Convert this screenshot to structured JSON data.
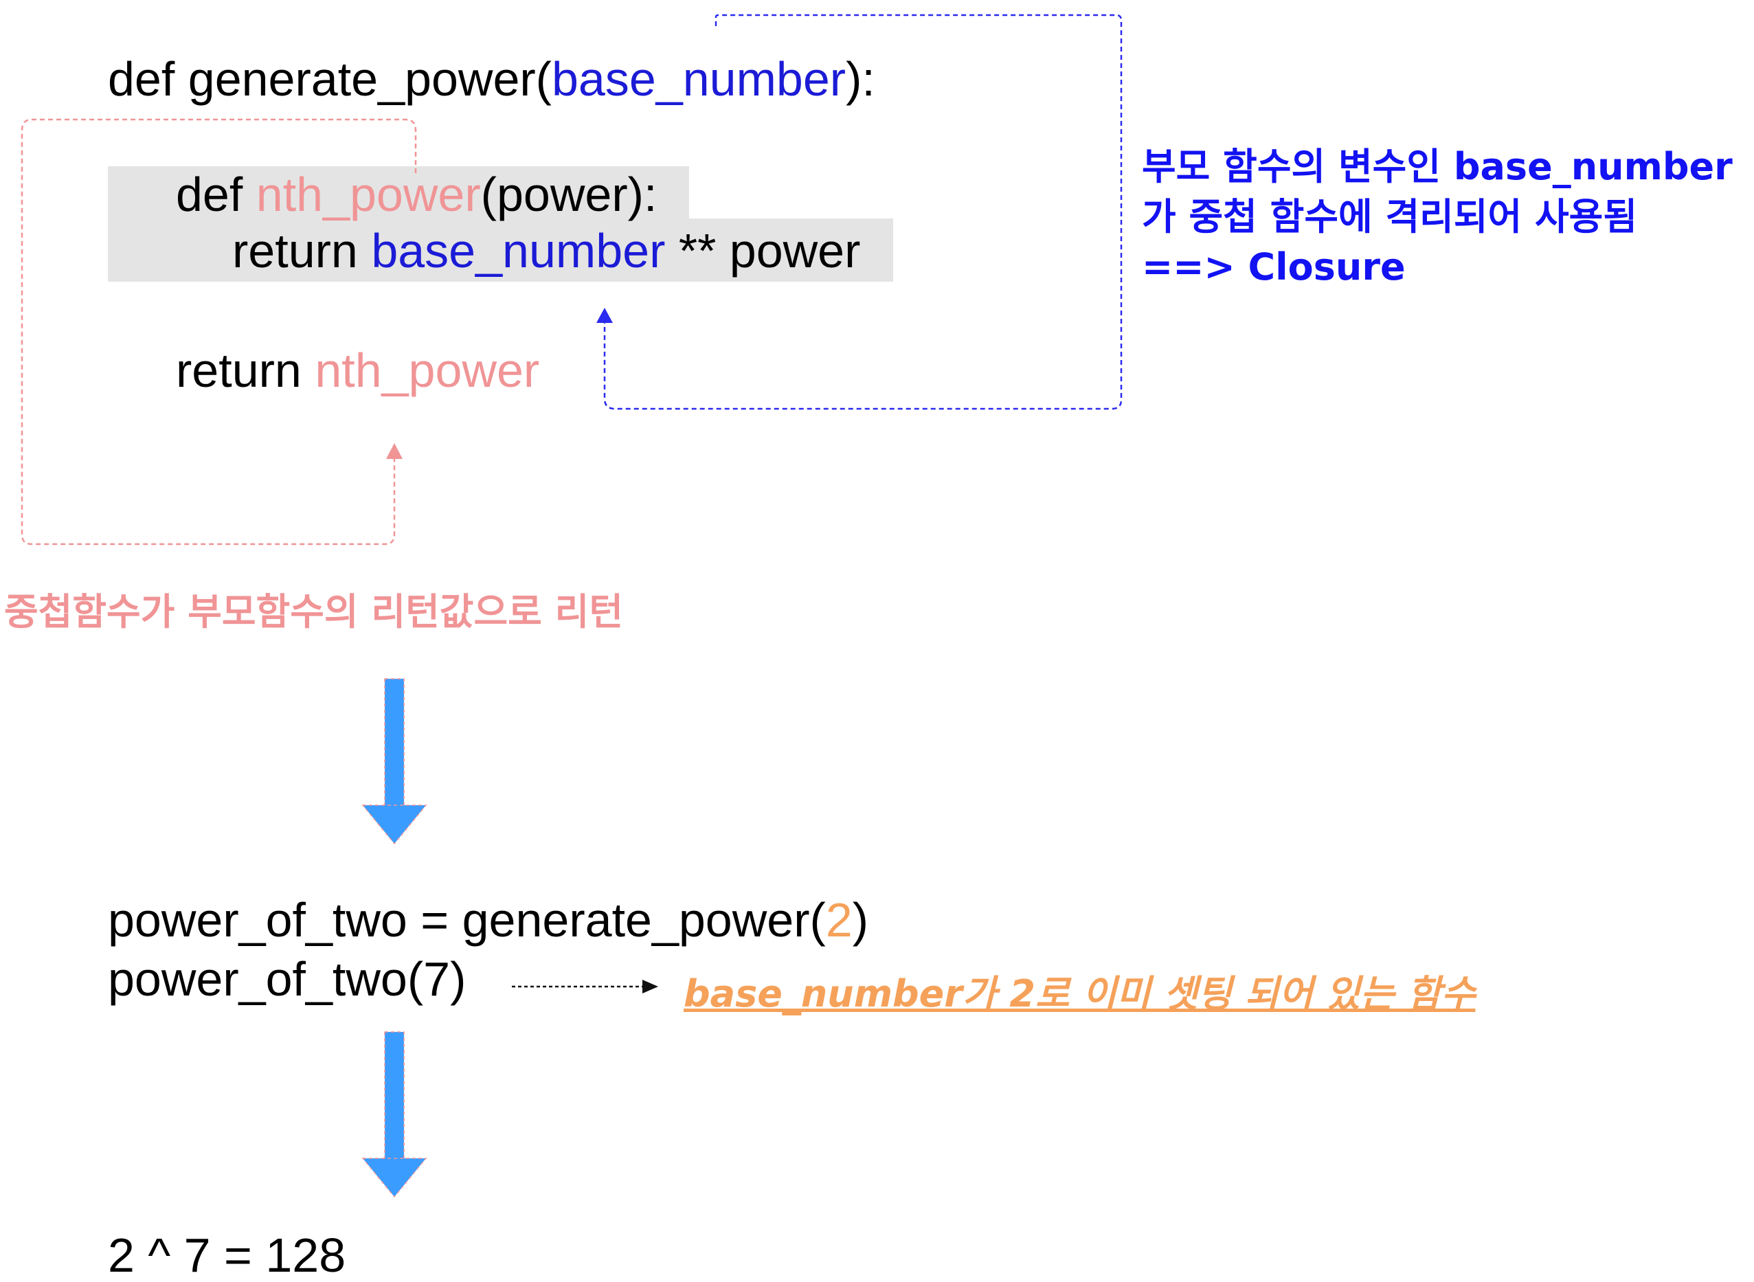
{
  "code": {
    "outer_def": {
      "prefix": "def generate_power(",
      "param": "base_number",
      "suffix": "):"
    },
    "inner_def": {
      "prefix": "def ",
      "name": "nth_power",
      "suffix": "(power):"
    },
    "inner_return": {
      "prefix": "return ",
      "var": "base_number",
      "suffix": " ** power"
    },
    "outer_return": {
      "prefix": "return ",
      "name": "nth_power"
    },
    "call_line": {
      "prefix": "power_of_two = generate_power(",
      "arg": "2",
      "suffix": ")"
    },
    "invoke_line": "power_of_two(7)",
    "result_line": "2 ^ 7 = 128"
  },
  "annotations": {
    "closure_lines": [
      "부모 함수의 변수인 base_number",
      "가 중첩 함수에 격리되어 사용됨",
      "==> Closure"
    ],
    "nested_return": "중첩함수가 부모함수의 리턴값으로 리턴",
    "preset_function": "base_number가 2로 이미 셋팅 되어 있는 함수"
  },
  "colors": {
    "pink": "#f09496",
    "code_blue": "#1b1bd6",
    "annotation_blue": "#1212f2",
    "orange": "#f5a15a",
    "flow_arrow": "#3b9cff",
    "highlight": "#e4e4e4"
  }
}
